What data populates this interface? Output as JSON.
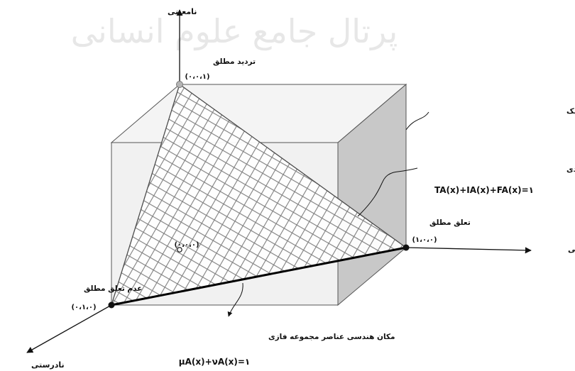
{
  "watermark": "پرتال جامع علوم انسانی",
  "axes": {
    "indeterminacy": "نامعینی",
    "truth": "درستی",
    "falsity": "نادرستی"
  },
  "vertices": {
    "indeterminacy": {
      "label": "تردید مطلق",
      "coord": "(۰،۰،۱)"
    },
    "truth": {
      "label": "تعلق مطلق",
      "coord": "(۱،۰،۰)"
    },
    "falsity": {
      "label": "عدم تعلق مطلق",
      "coord": "(۰،۱،۰)"
    },
    "origin": {
      "coord": "(۰،۰،۰)"
    }
  },
  "annotations": {
    "neutrosophic": "مکان هندسی عناصر مجموعه نوتروسوفیک",
    "intuitionistic": "مکان هندسی عناصر مجموعه فازی شهودی",
    "equation_tif": "TA(x)+IA(x)+FA(x)=۱",
    "fuzzy": "مکان هندسی عناصر مجموعه فازی",
    "equation_fuzzy": "μA(x)+νA(x)=۱"
  },
  "colors": {
    "box_front": "#f1f1f1",
    "box_side": "#c8c8c8",
    "hatch": "#7a7a7a",
    "ink": "#111111"
  }
}
